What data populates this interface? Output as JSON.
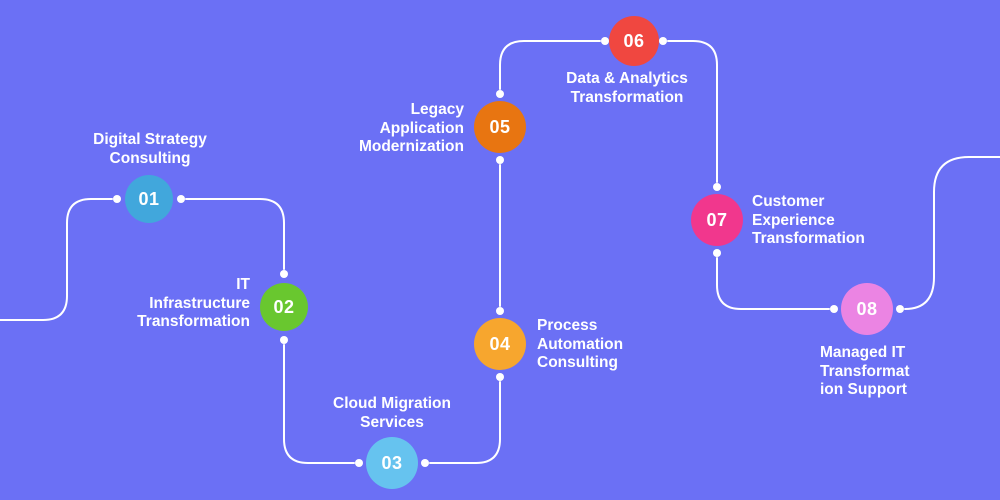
{
  "background_color": "#6B70F5",
  "connector": {
    "color": "#FFFFFF"
  },
  "steps": [
    {
      "number": "01",
      "label": "Digital Strategy\nConsulting",
      "color": "#41A7DC"
    },
    {
      "number": "02",
      "label": "IT\nInfrastructure\nTransformation",
      "color": "#69C72F"
    },
    {
      "number": "03",
      "label": "Cloud Migration\nServices",
      "color": "#66C3EF"
    },
    {
      "number": "04",
      "label": "Process\nAutomation\nConsulting",
      "color": "#F7A62E"
    },
    {
      "number": "05",
      "label": "Legacy\nApplication\nModernization",
      "color": "#E87511"
    },
    {
      "number": "06",
      "label": "Data & Analytics\nTransformation",
      "color": "#F04740"
    },
    {
      "number": "07",
      "label": "Customer\nExperience\nTransformation",
      "color": "#F1378D"
    },
    {
      "number": "08",
      "label": "Managed IT\nTransformat\nion Support",
      "color": "#EB84E3"
    }
  ]
}
